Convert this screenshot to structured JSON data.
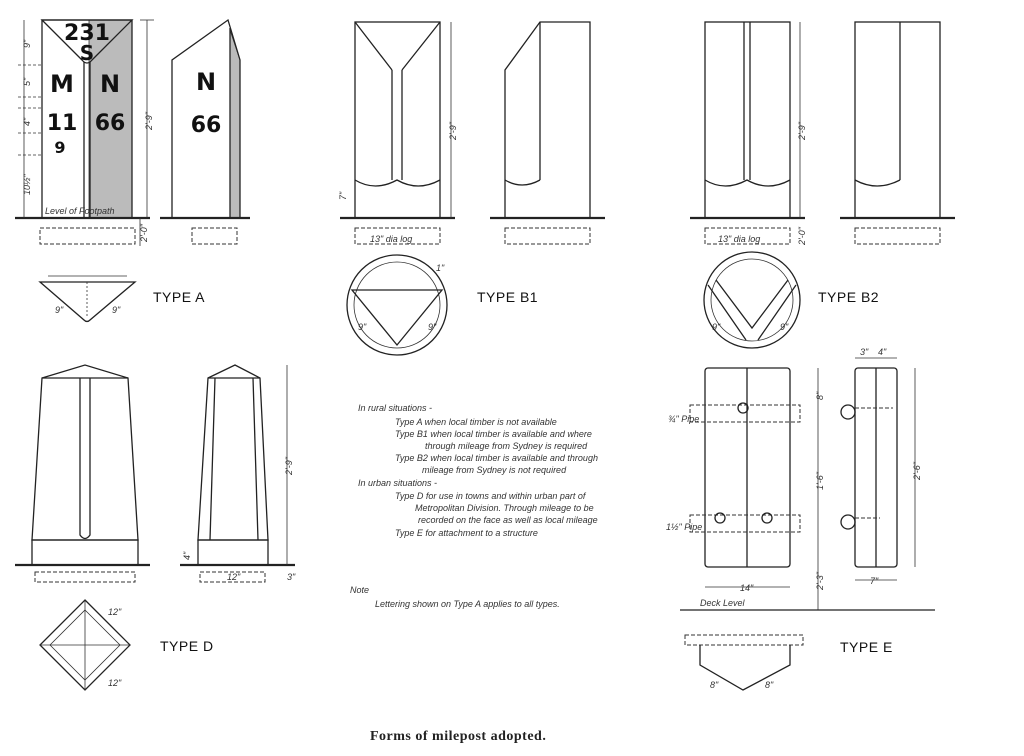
{
  "caption": "Forms of milepost adopted.",
  "types": {
    "a": "TYPE A",
    "b1": "TYPE B1",
    "b2": "TYPE B2",
    "d": "TYPE D",
    "e": "TYPE E"
  },
  "lettering": {
    "top_number": "231",
    "top_letter": "S",
    "left_letter": "M",
    "left_number": "11",
    "left_sub": "9",
    "right_letter": "N",
    "right_number": "66"
  },
  "labels": {
    "level_of_footpath": "Level of Footpath",
    "deck_level": "Deck Level",
    "log_dia": "13\" dia log",
    "pipe_top": "¾\" Pipe",
    "pipe_bottom": "1½\" Pipe"
  },
  "dimensions": {
    "height_2_9": "2'-9\"",
    "depth_2_0": "2'-0\"",
    "d9": "9\"",
    "d5": "5\"",
    "d4": "4\"",
    "d10": "10½\"",
    "d7": "7\"",
    "d1": "1\"",
    "d12": "12\"",
    "d3": "3\"",
    "d14": "14\"",
    "d1_6": "1'-6\"",
    "d2_6": "2'-6\"",
    "d2_3": "2'-3\"",
    "d8": "8\""
  },
  "notes": {
    "rural_heading": "In rural situations -",
    "rural_a": "Type A when local timber is not available",
    "rural_b1_1": "Type B1 when local timber is available and where",
    "rural_b1_2": "through mileage from Sydney is required",
    "rural_b2_1": "Type B2 when local timber is available and through",
    "rural_b2_2": "mileage from Sydney is not required",
    "urban_heading": "In urban situations -",
    "urban_d_1": "Type D for use in towns and within urban part of",
    "urban_d_2": "Metropolitan Division. Through mileage to be",
    "urban_d_3": "recorded on the face as well as local mileage",
    "urban_e": "Type E for attachment to a structure",
    "note_heading": "Note",
    "note_text": "Lettering shown on Type A applies to all types."
  }
}
